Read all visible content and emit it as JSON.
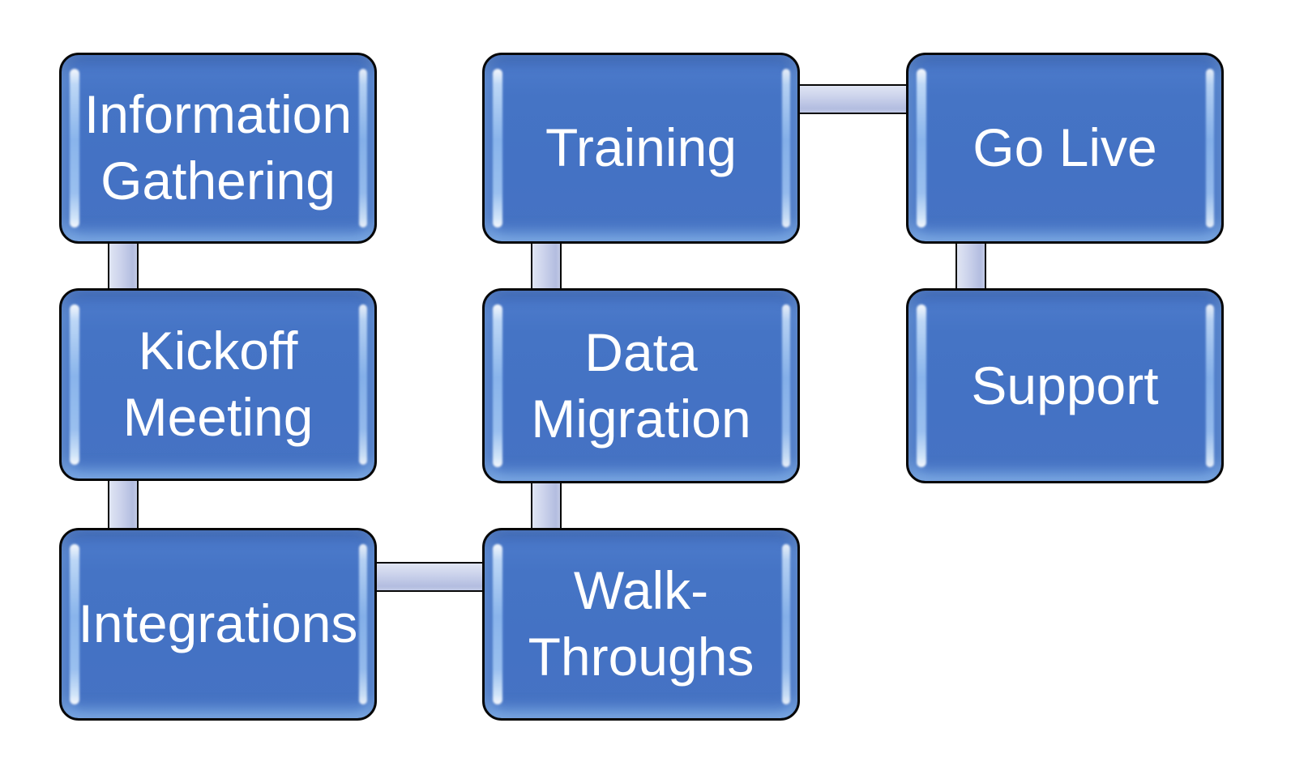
{
  "diagram": {
    "type": "flowchart",
    "background_color": "#ffffff",
    "node_fill_color": "#4472c4",
    "node_border_color": "#000000",
    "node_text_color": "#ffffff",
    "connector_fill_color": "#c7cfe9",
    "connector_border_color": "#000000",
    "nodes": [
      {
        "id": "information-gathering",
        "label": "Information Gathering"
      },
      {
        "id": "kickoff-meeting",
        "label": "Kickoff Meeting"
      },
      {
        "id": "integrations",
        "label": "Integrations"
      },
      {
        "id": "walk-throughs",
        "label": "Walk-Throughs"
      },
      {
        "id": "data-migration",
        "label": "Data Migration"
      },
      {
        "id": "training",
        "label": "Training"
      },
      {
        "id": "go-live",
        "label": "Go Live"
      },
      {
        "id": "support",
        "label": "Support"
      }
    ],
    "connections": [
      {
        "from": "Information Gathering",
        "to": "Kickoff Meeting",
        "orientation": "vertical"
      },
      {
        "from": "Kickoff Meeting",
        "to": "Integrations",
        "orientation": "vertical"
      },
      {
        "from": "Integrations",
        "to": "Walk-Throughs",
        "orientation": "horizontal"
      },
      {
        "from": "Walk-Throughs",
        "to": "Data Migration",
        "orientation": "vertical"
      },
      {
        "from": "Data Migration",
        "to": "Training",
        "orientation": "vertical"
      },
      {
        "from": "Training",
        "to": "Go Live",
        "orientation": "horizontal"
      },
      {
        "from": "Go Live",
        "to": "Support",
        "orientation": "vertical"
      }
    ]
  }
}
